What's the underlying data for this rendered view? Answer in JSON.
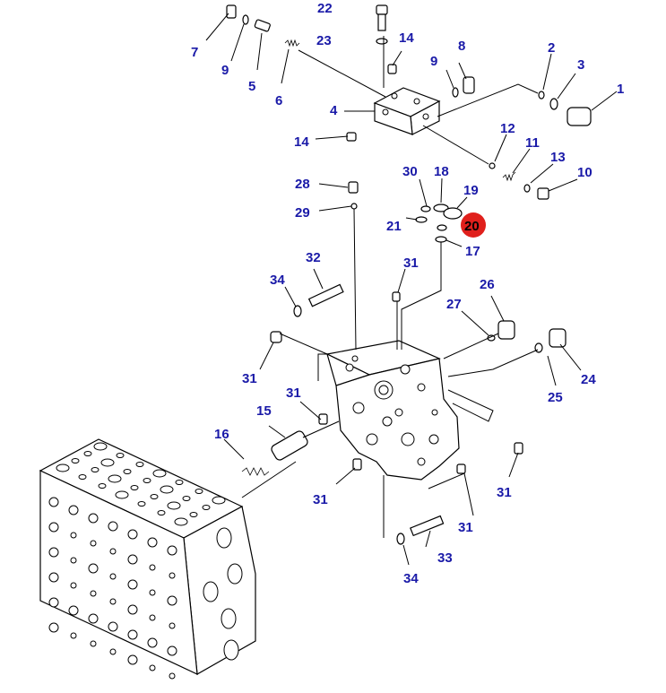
{
  "diagram": {
    "highlight_color": "#e0201c",
    "label_color": "#1a1aa8",
    "highlighted_label": "20",
    "labels": {
      "l1": "1",
      "l2": "2",
      "l3": "3",
      "l4": "4",
      "l5": "5",
      "l6": "6",
      "l7": "7",
      "l8": "8",
      "l9a": "9",
      "l9b": "9",
      "l10": "10",
      "l11": "11",
      "l12": "12",
      "l13": "13",
      "l14a": "14",
      "l14b": "14",
      "l15": "15",
      "l16": "16",
      "l17": "17",
      "l18": "18",
      "l19": "19",
      "l20": "20",
      "l21": "21",
      "l22": "22",
      "l23": "23",
      "l24": "24",
      "l25": "25",
      "l26": "26",
      "l27": "27",
      "l28": "28",
      "l29": "29",
      "l30": "30",
      "l31a": "31",
      "l31b": "31",
      "l31c": "31",
      "l31d": "31",
      "l31e": "31",
      "l31f": "31",
      "l32": "32",
      "l33": "33",
      "l34a": "34",
      "l34b": "34"
    }
  }
}
